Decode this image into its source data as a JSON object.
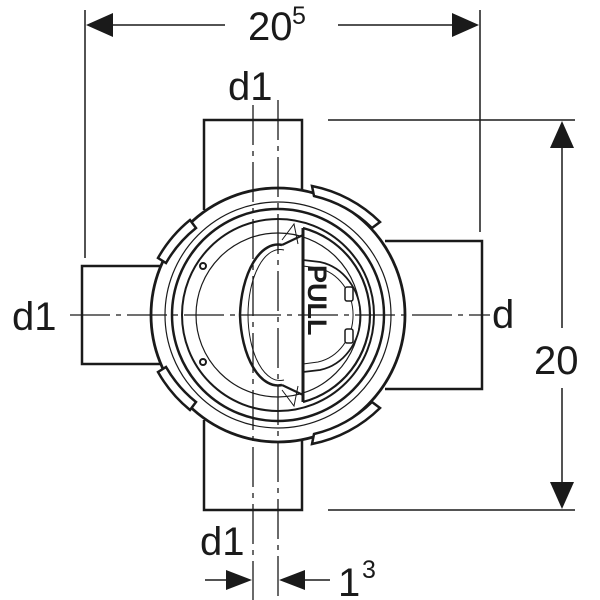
{
  "diagram": {
    "subject": "Pipe fitting junction, top view, with PULL lid",
    "lid_label": "PULL",
    "dimensions": {
      "width_main": "20",
      "width_sup": "5",
      "height": "20",
      "offset_main": "1",
      "offset_sup": "3"
    },
    "labels": {
      "top_outlet": "d1",
      "left_outlet": "d1",
      "bottom_outlet": "d1",
      "right_outlet": "d"
    },
    "colors": {
      "line": "#1a1a1a",
      "background": "#ffffff"
    }
  }
}
